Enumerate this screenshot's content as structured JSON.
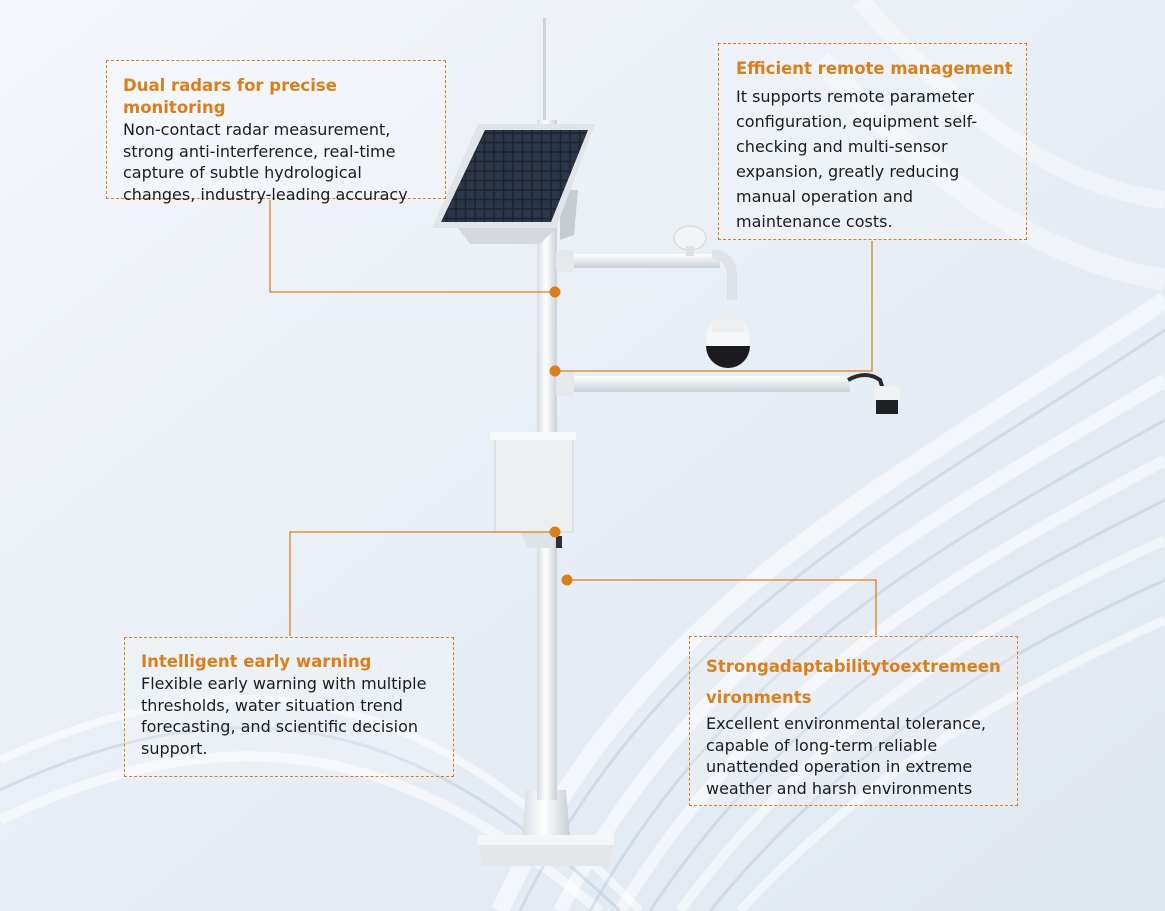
{
  "callouts": {
    "radar": {
      "title": "Dual radars for precise monitoring",
      "body": "Non-contact radar measurement, strong anti-interference, real-time capture of subtle hydrological changes, industry-leading accuracy"
    },
    "remote": {
      "title": "Efficient remote management",
      "body": "It supports remote parameter configuration, equipment self-checking and multi-sensor expansion, greatly reducing manual operation and maintenance costs."
    },
    "warning": {
      "title": "Intelligent early warning",
      "body": "Flexible early warning with multiple thresholds, water situation trend forecasting, and scientific decision support."
    },
    "adaptability": {
      "title": "Strongadaptabilitytoextremeenvironments",
      "body": "Excellent environmental tolerance, capable of long-term reliable unattended operation in extreme weather and harsh environments"
    }
  },
  "colors": {
    "accent": "#d9801e",
    "text": "#1c1c1c",
    "background": "#eef3f8"
  },
  "icons": {
    "device": "monitoring-pole-with-solar-panel-camera-radar"
  }
}
